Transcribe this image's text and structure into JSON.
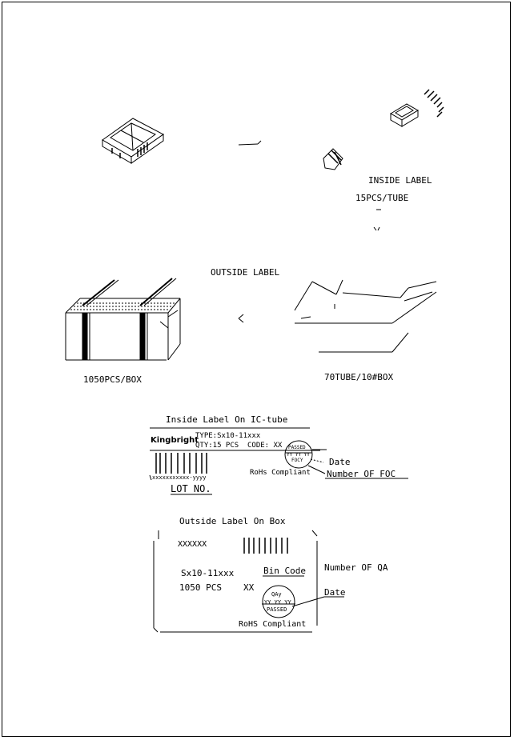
{
  "packing": {
    "inside_label": "INSIDE LABEL",
    "tube_qty": "15PCS/TUBE",
    "outside_label": "OUTSIDE LABEL",
    "box_qty": "1050PCS/BOX",
    "tube_box": "70TUBE/10#BOX"
  },
  "tube_label": {
    "title": "Inside Label On IC-tube",
    "brand": "Kingbright",
    "type_line": "TYPE:Sx10-11xxx",
    "qty_line": "QTY:15 PCS",
    "code_line": "CODE: XX",
    "stamp_top": "PASSED",
    "stamp_mid": "YY YY YY",
    "stamp_bot": "FOCY",
    "serial": "xxxxxxxxxxx-yyyy",
    "rohs": "RoHs Compliant",
    "date_callout": "Date",
    "foc_callout": "Number OF FOC",
    "lot": "LOT NO."
  },
  "box_label": {
    "title": "Outside Label On Box",
    "code": "XXXXXX",
    "part": "Sx10-11xxx",
    "bin_code": "Bin Code",
    "qty": "1050 PCS",
    "xx": "XX",
    "stamp_top": "QAy",
    "stamp_mid": "YY YY YY",
    "stamp_bot": "PASSED",
    "rohs": "RoHS Compliant",
    "qa_callout": "Number OF QA",
    "date_callout": "Date"
  }
}
